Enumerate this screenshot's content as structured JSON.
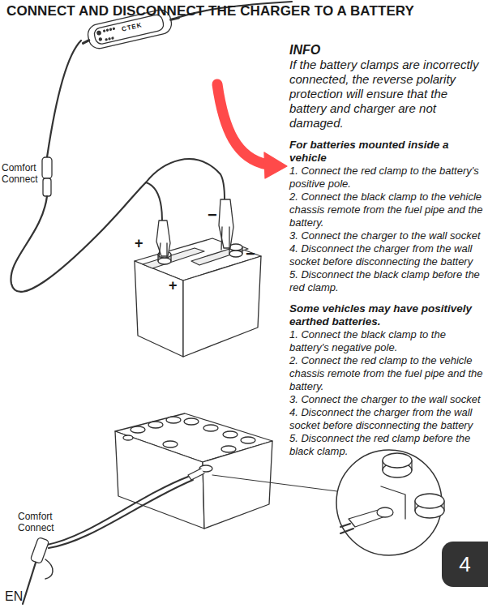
{
  "diagram": {
    "title": "CONNECT AND DISCONNECT THE CHARGER TO A BATTERY",
    "nodes": [
      {
        "text": [
          "4"
        ]
      }
    ],
    "labels": [
      "Comfort Connect",
      "+",
      "−",
      "−",
      "INFO",
      "If the battery clamps are incorrectly connected, the reverse polarity protection will ensure that the battery and charger are not damaged.",
      "For batteries mounted inside a vehicle",
      "1. Connect the red clamp to the battery's positive pole.",
      "2. Connect the black clamp to the vehicle chassis remote from the fuel pipe and the battery.",
      "3. Connect the charger to the wall socket",
      "4. Disconnect the charger from the wall socket before disconnecting the battery",
      "5. Disconnect the black clamp before the red clamp.",
      "Some vehicles may have positively earthed batteries.",
      "1. Connect the black clamp to the battery's negative pole.",
      "2. Connect the red clamp to the vehicle chassis remote from the fuel pipe and the battery.",
      "3. Connect the charger to the wall socket",
      "4. Disconnect the charger from the wall socket before disconnecting the battery",
      "5. Disconnect the red clamp before the black clamp.",
      "Comfort Connect",
      "EN",
      "+",
      "CTEK"
    ]
  }
}
